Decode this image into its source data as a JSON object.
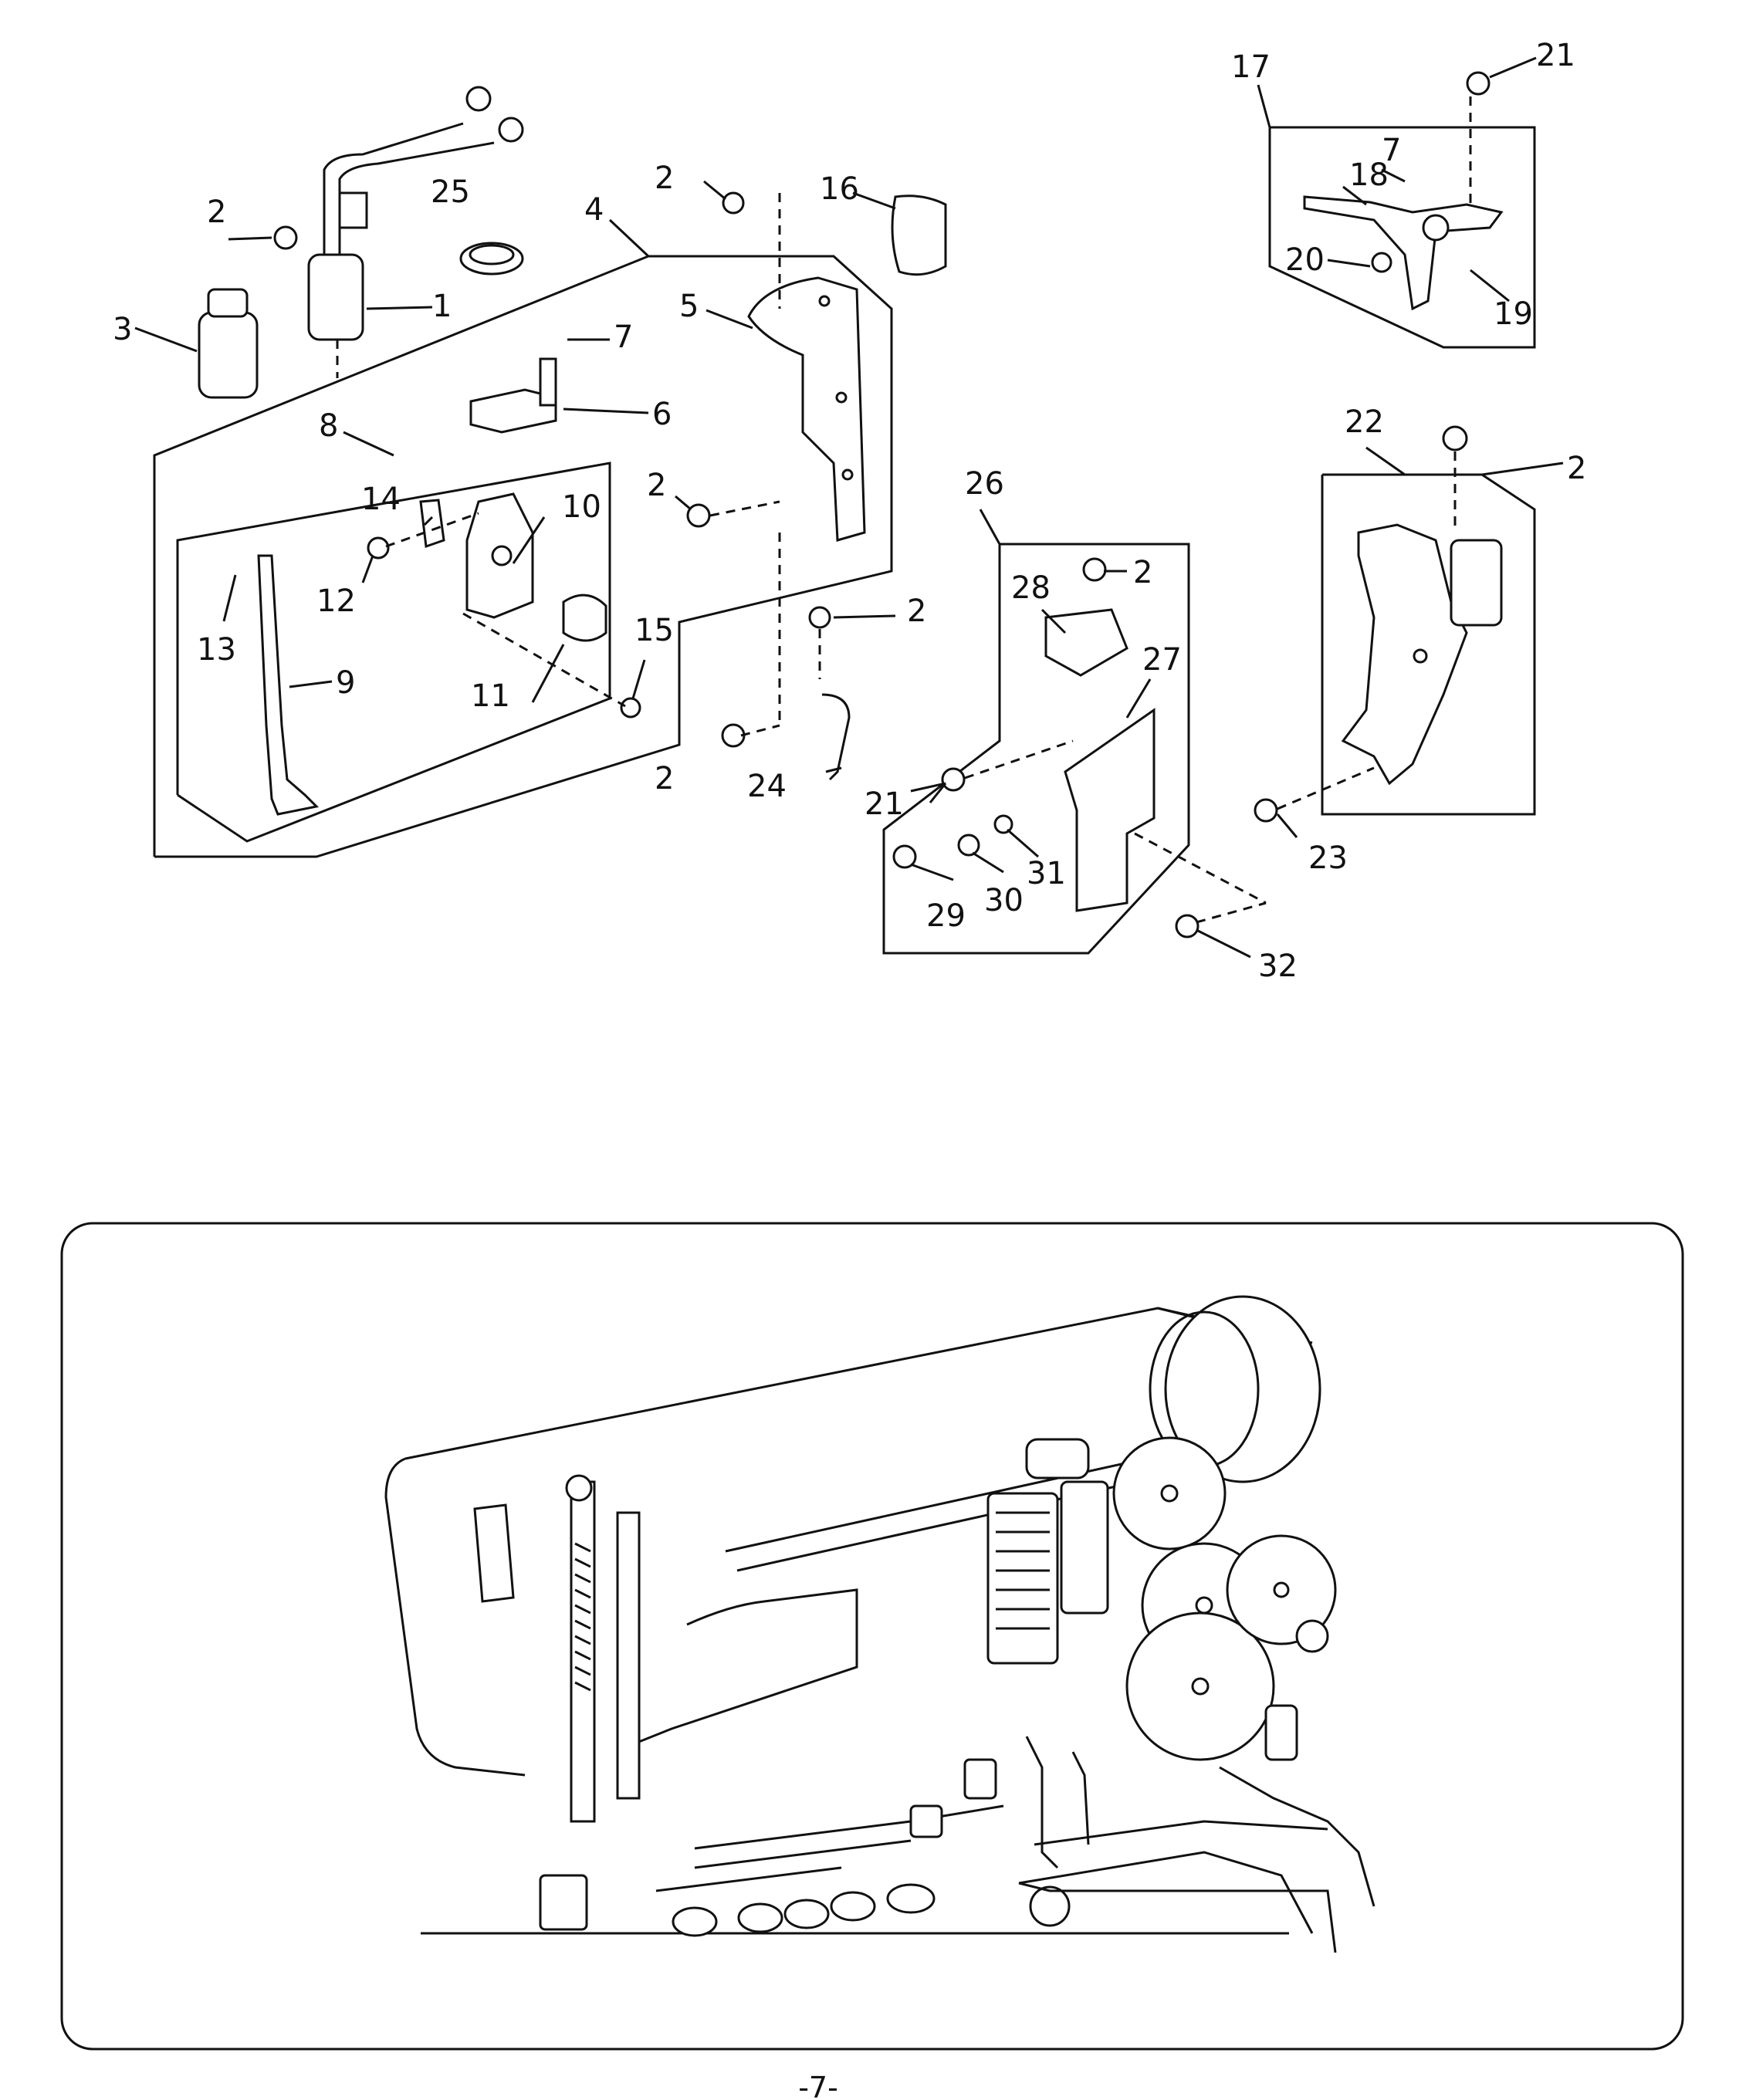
{
  "part_labels": {
    "p1": "1",
    "p2": "2",
    "p3": "3",
    "p4": "4",
    "p5": "5",
    "p6": "6",
    "p7": "7",
    "p8": "8",
    "p9": "9",
    "p10": "10",
    "p11": "11",
    "p12": "12",
    "p13": "13",
    "p14": "14",
    "p15": "15",
    "p16": "16",
    "p17": "17",
    "p18": "18",
    "p19": "19",
    "p20": "20",
    "p21": "21",
    "p22": "22",
    "p23": "23",
    "p24": "24",
    "p25": "25",
    "p26": "26",
    "p27": "27",
    "p28": "28",
    "p29": "29",
    "p30": "30",
    "p31": "31",
    "p32": "32"
  },
  "page_number": "-7-"
}
